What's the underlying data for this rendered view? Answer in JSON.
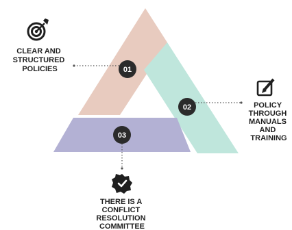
{
  "segments": [
    {
      "number": "01",
      "color": "#e8cbbf",
      "label_lines": [
        "CLEAR AND",
        "STRUCTURED",
        "POLICIES"
      ],
      "icon": "target-icon"
    },
    {
      "number": "02",
      "color": "#bfe6dc",
      "label_lines": [
        "POLICY",
        "THROUGH",
        "MANUALS",
        "AND",
        "TRAINING"
      ],
      "icon": "edit-document-icon"
    },
    {
      "number": "03",
      "color": "#b3b1d4",
      "label_lines": [
        "THERE IS A",
        "CONFLICT",
        "RESOLUTION",
        "COMMITTEE"
      ],
      "icon": "verified-badge-icon"
    }
  ],
  "colors": {
    "badge": "#2b2b2b",
    "text": "#1f1f1f",
    "connector": "#555555"
  }
}
